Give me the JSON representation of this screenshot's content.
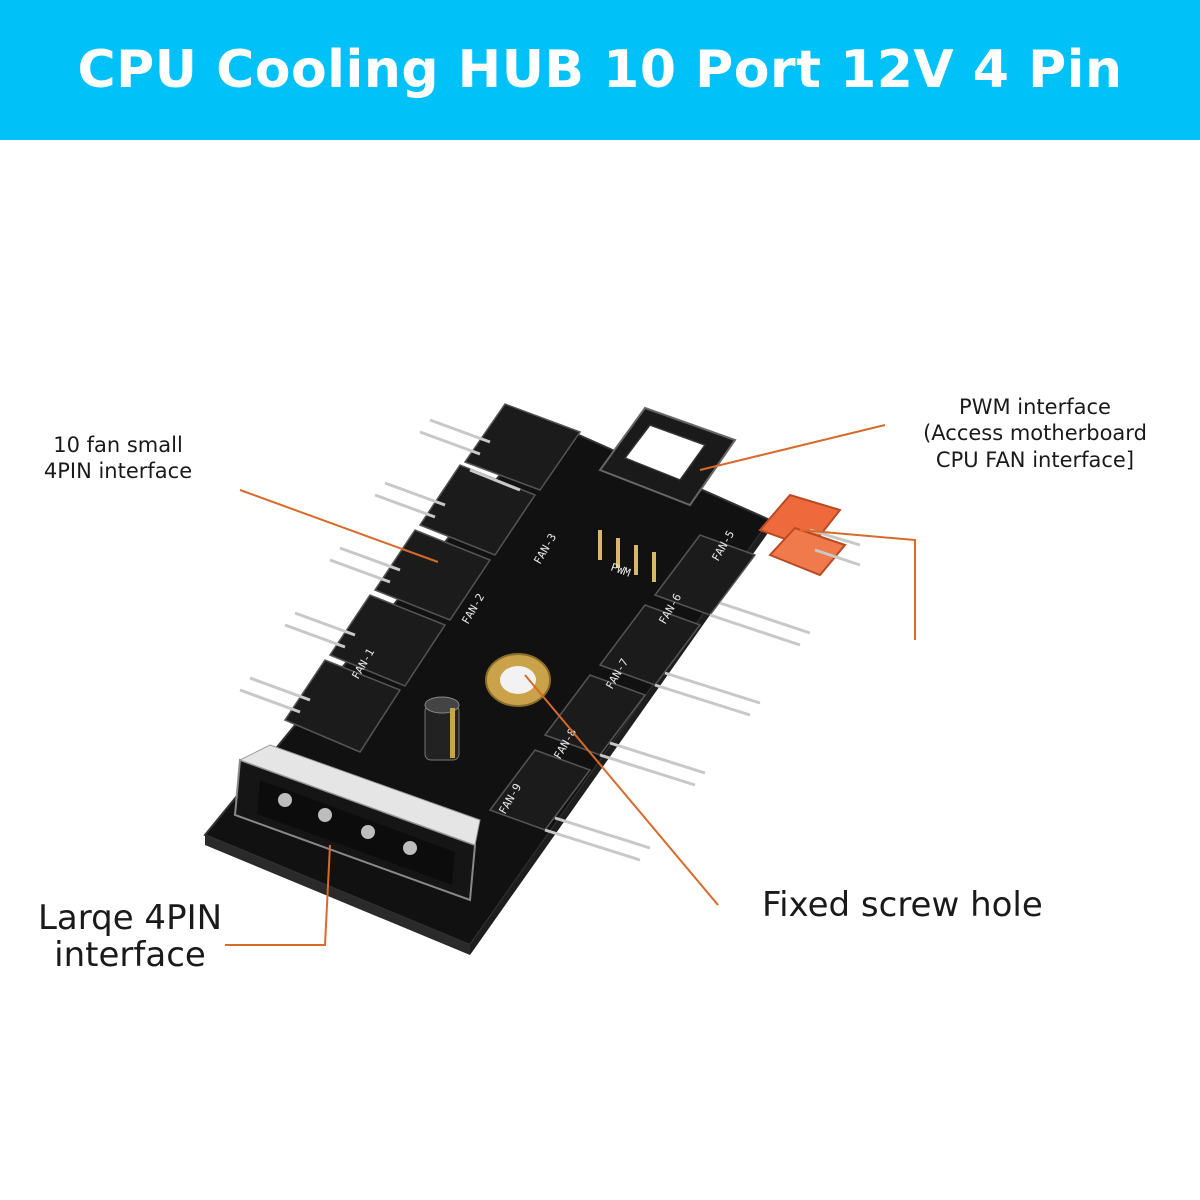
{
  "banner": {
    "title": "CPU Cooling HUB 10 Port 12V 4 Pin",
    "color": "#00c1f8"
  },
  "callouts": {
    "fan_ports": {
      "line1": "10 fan small",
      "line2": "4PIN interface"
    },
    "pwm": {
      "line1": "PWM interface",
      "line2": "(Access motherboard",
      "line3": "CPU FAN interface]"
    },
    "screw_hole": {
      "text": "Fixed screw hole"
    },
    "large_connector": {
      "line1": "Larqe 4PIN",
      "line2": "interface"
    }
  },
  "board": {
    "silkscreen": [
      "FAN-1",
      "FAN-2",
      "FAN-3",
      "FAN-5",
      "FAN-6",
      "FAN-7",
      "FAN-8",
      "FAN-9",
      "PWM"
    ]
  },
  "colors": {
    "leader_line": "#d86a2a",
    "pcb": "#111111",
    "pwm_plug": "#ee6a3c",
    "brass_ring": "#c9a24a"
  }
}
